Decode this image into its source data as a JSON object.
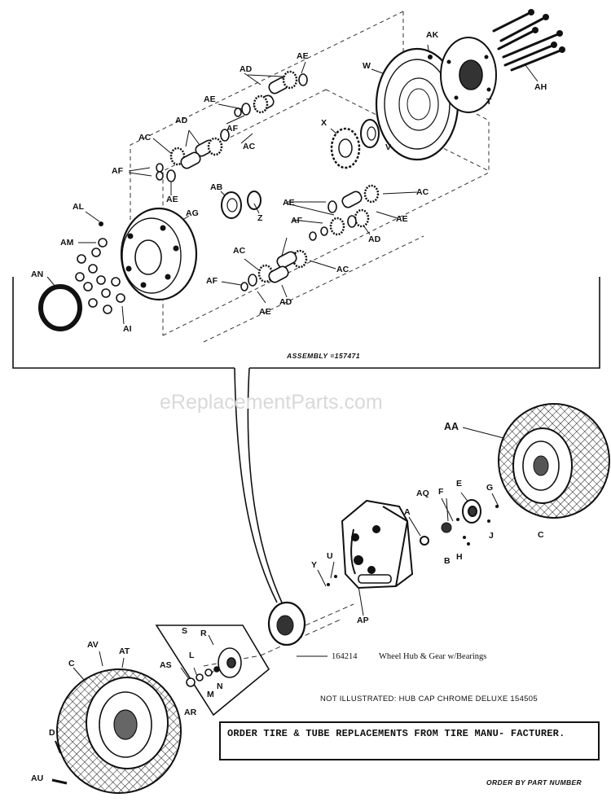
{
  "watermark": "eReplacementParts.com",
  "assembly_label": "ASSEMBLY  =157471",
  "callout": {
    "part_number": "164214",
    "description": "Wheel Hub & Gear w/Bearings"
  },
  "note": "NOT ILLUSTRATED: HUB CAP CHROME DELUXE 154505",
  "order_box": "ORDER TIRE & TUBE REPLACEMENTS FROM TIRE MANU- FACTURER.",
  "order_by": "ORDER BY PART NUMBER",
  "labels": {
    "AK": "AK",
    "AH": "AH",
    "W": "W",
    "T": "T",
    "X": "X",
    "V": "V",
    "AD_top": "AD",
    "AE_top": "AE",
    "AE_2": "AE",
    "AF_2": "AF",
    "AD_2": "AD",
    "AC_2": "AC",
    "AC_1": "AC",
    "AF_1": "AF",
    "AE_3": "AE",
    "AB": "AB",
    "Z": "Z",
    "AL": "AL",
    "AG": "AG",
    "AM": "AM",
    "AN": "AN",
    "AI": "AI",
    "AE_4": "AE",
    "AF_3": "AF",
    "AE_5": "AE",
    "AC_3": "AC",
    "AD_3": "AD",
    "AC_4": "AC",
    "AF_4": "AF",
    "AC_5": "AC",
    "AD_4": "AD",
    "AE_6": "AE",
    "AA": "AA",
    "AQ": "AQ",
    "F": "F",
    "E": "E",
    "G": "G",
    "A": "A",
    "U": "U",
    "Y": "Y",
    "J": "J",
    "B": "B",
    "H": "H",
    "C_right": "C",
    "AP": "AP",
    "S": "S",
    "R": "R",
    "L": "L",
    "AS": "AS",
    "N": "N",
    "M": "M",
    "AR": "AR",
    "AV": "AV",
    "AT": "AT",
    "C_left": "C",
    "D": "D",
    "AU": "AU"
  }
}
